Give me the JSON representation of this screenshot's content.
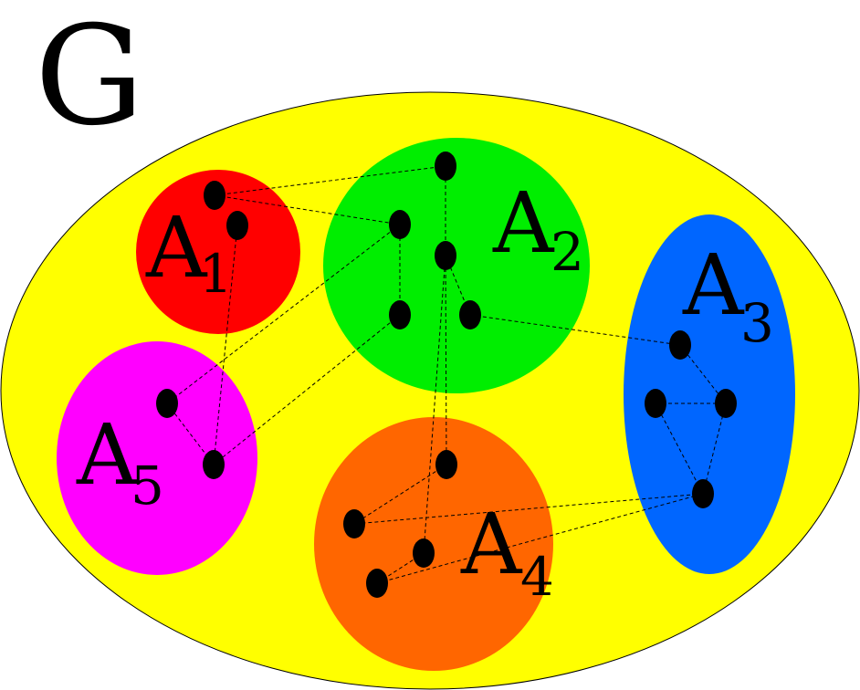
{
  "graph": {
    "label": "G",
    "background_color": "#ffff00"
  },
  "clusters": [
    {
      "id": "A1",
      "letter": "A",
      "subscript": "1",
      "color": "#ff0000"
    },
    {
      "id": "A2",
      "letter": "A",
      "subscript": "2",
      "color": "#00ee00"
    },
    {
      "id": "A3",
      "letter": "A",
      "subscript": "3",
      "color": "#0066ff"
    },
    {
      "id": "A4",
      "letter": "A",
      "subscript": "4",
      "color": "#ff6600"
    },
    {
      "id": "A5",
      "letter": "A",
      "subscript": "5",
      "color": "#ff00ff"
    }
  ],
  "node_color": "#000000",
  "nodes": [
    {
      "id": "n1",
      "cluster": "A1"
    },
    {
      "id": "n2",
      "cluster": "A1"
    },
    {
      "id": "n3",
      "cluster": "A2"
    },
    {
      "id": "n4",
      "cluster": "A2"
    },
    {
      "id": "n5",
      "cluster": "A2"
    },
    {
      "id": "n6",
      "cluster": "A2"
    },
    {
      "id": "n7",
      "cluster": "A2"
    },
    {
      "id": "n8",
      "cluster": "A3"
    },
    {
      "id": "n9",
      "cluster": "A3"
    },
    {
      "id": "n10",
      "cluster": "A3"
    },
    {
      "id": "n11",
      "cluster": "A3"
    },
    {
      "id": "n12",
      "cluster": "A4"
    },
    {
      "id": "n13",
      "cluster": "A4"
    },
    {
      "id": "n14",
      "cluster": "A4"
    },
    {
      "id": "n15",
      "cluster": "A4"
    },
    {
      "id": "n16",
      "cluster": "A5"
    },
    {
      "id": "n17",
      "cluster": "A5"
    }
  ],
  "edges": [
    [
      "n1",
      "n3"
    ],
    [
      "n1",
      "n4"
    ],
    [
      "n2",
      "n17"
    ],
    [
      "n3",
      "n5"
    ],
    [
      "n4",
      "n6"
    ],
    [
      "n4",
      "n16"
    ],
    [
      "n5",
      "n7"
    ],
    [
      "n5",
      "n12"
    ],
    [
      "n5",
      "n13"
    ],
    [
      "n6",
      "n17"
    ],
    [
      "n7",
      "n8"
    ],
    [
      "n8",
      "n10"
    ],
    [
      "n9",
      "n10"
    ],
    [
      "n9",
      "n11"
    ],
    [
      "n10",
      "n11"
    ],
    [
      "n11",
      "n15"
    ],
    [
      "n14",
      "n11"
    ],
    [
      "n13",
      "n14"
    ],
    [
      "n12",
      "n15"
    ],
    [
      "n16",
      "n17"
    ]
  ]
}
